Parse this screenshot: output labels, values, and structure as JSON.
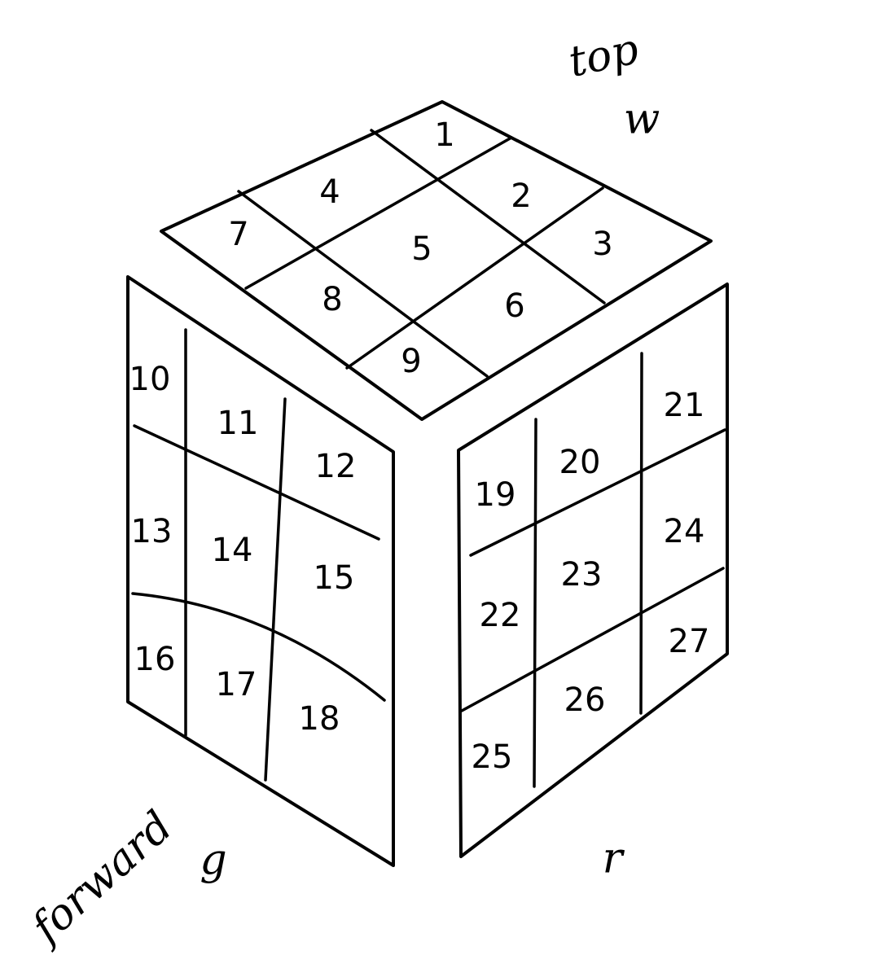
{
  "faces": {
    "top": {
      "label": "top",
      "letter": "w",
      "cells": [
        "1",
        "2",
        "3",
        "4",
        "5",
        "6",
        "7",
        "8",
        "9"
      ]
    },
    "forward": {
      "label": "forward",
      "letter": "g",
      "cells": [
        "10",
        "11",
        "12",
        "13",
        "14",
        "15",
        "16",
        "17",
        "18"
      ]
    },
    "right": {
      "label": "",
      "letter": "r",
      "cells": [
        "19",
        "20",
        "21",
        "22",
        "23",
        "24",
        "25",
        "26",
        "27"
      ]
    }
  },
  "colors": {
    "ink": "#000000",
    "paper": "#ffffff"
  }
}
